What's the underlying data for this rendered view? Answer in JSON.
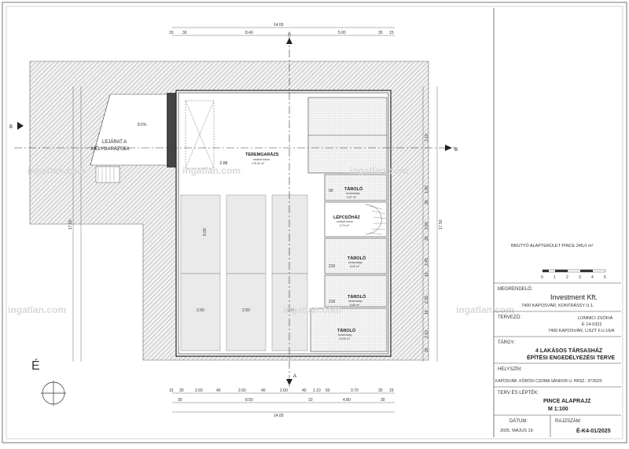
{
  "drawing": {
    "watermark": "ingatlan.com",
    "north_label": "É",
    "section_marker_a": "A",
    "section_marker_b": "B",
    "ramp_label_1": "LEJÁRAT A",
    "ramp_label_2": "MÉLYGARÁZSBA",
    "ramp_slope": "8.5%",
    "level_mark": "-2.88",
    "dims_top": {
      "total": "14.00",
      "segments": [
        "15",
        "30",
        "8.40",
        "5.00",
        "30",
        "15"
      ]
    },
    "dims_bottom": {
      "row1": [
        "15",
        "30",
        "2.60",
        "40",
        "2.60",
        "40",
        "2.60",
        "40",
        "1.10",
        "50",
        "3.70",
        "30",
        "15"
      ],
      "row2": [
        "30",
        "8.50",
        "10",
        "4.80",
        "30"
      ],
      "total": "14.00"
    },
    "dims_right": [
      "3.10",
      "1.90",
      "30",
      "2.50",
      "30",
      "2.45",
      "10",
      "2.35",
      "10",
      "2.10",
      "30"
    ],
    "dims_right_total": "17.50",
    "dims_left_total": "17.50",
    "dims_inner": {
      "height": "5.00",
      "widths": [
        "2.60",
        "2.50",
        "2.60"
      ],
      "door": "90",
      "door2": "210"
    },
    "rooms": [
      {
        "name": "TEREMGARÁZS",
        "floor": "simitott beton",
        "area": "178,30 m²"
      },
      {
        "name": "TÁROLÓ",
        "floor": "kerámialap",
        "area": "5,97 m²"
      },
      {
        "name": "LÉPCSŐHÁZ",
        "floor": "simitott beton",
        "area": "5,70 m²"
      },
      {
        "name": "TÁROLÓ",
        "floor": "kerámialap",
        "area": "8,00 m²"
      },
      {
        "name": "TÁROLÓ",
        "floor": "kerámialap",
        "area": "8,86 m²"
      },
      {
        "name": "TÁROLÓ",
        "floor": "kerámialap",
        "area": "10,05 m²"
      }
    ]
  },
  "title_block": {
    "gross_area": "BRUTTÓ ALAPTERÜLET PINCE 245,0 m²",
    "scale_bar_labels": [
      "0",
      "1",
      "2",
      "3",
      "4",
      "5"
    ],
    "client_label": "MEGRENDELŐ:",
    "client_name": "Investment Kft.",
    "client_address": "7400 KAPOSVÁR, KONTRÁSSY U.1.",
    "designer_label": "TERVEZŐ:",
    "designer_name": "LOMNICI ZSÓFIA",
    "designer_reg": "É 14-0322",
    "designer_address": "7400 KAPOSVÁR, LISZT F.U.16/A",
    "subject_label": "TÁRGY:",
    "subject_line1": "4 LAKÁSOS TÁRSASHÁZ",
    "subject_line2": "ÉPÍTÉSI ENGEDÉLYEZÉSI TERVE",
    "location_label": "HELYSZÍN:",
    "location_text": "KAPOSVÁR, KŐRÖSI CSOMA SÁNDOR U. HRSZ.: 9726/25",
    "plan_label": "TERV ÉS LÉPTÉK:",
    "plan_title": "PINCE ALAPRAJZ",
    "plan_scale": "M 1:100",
    "date_label": "DÁTUM:",
    "date_value": "2025. MÁJUS 19.",
    "sheet_label": "RAJZSZÁM:",
    "sheet_value": "É-K4-01/2025"
  }
}
